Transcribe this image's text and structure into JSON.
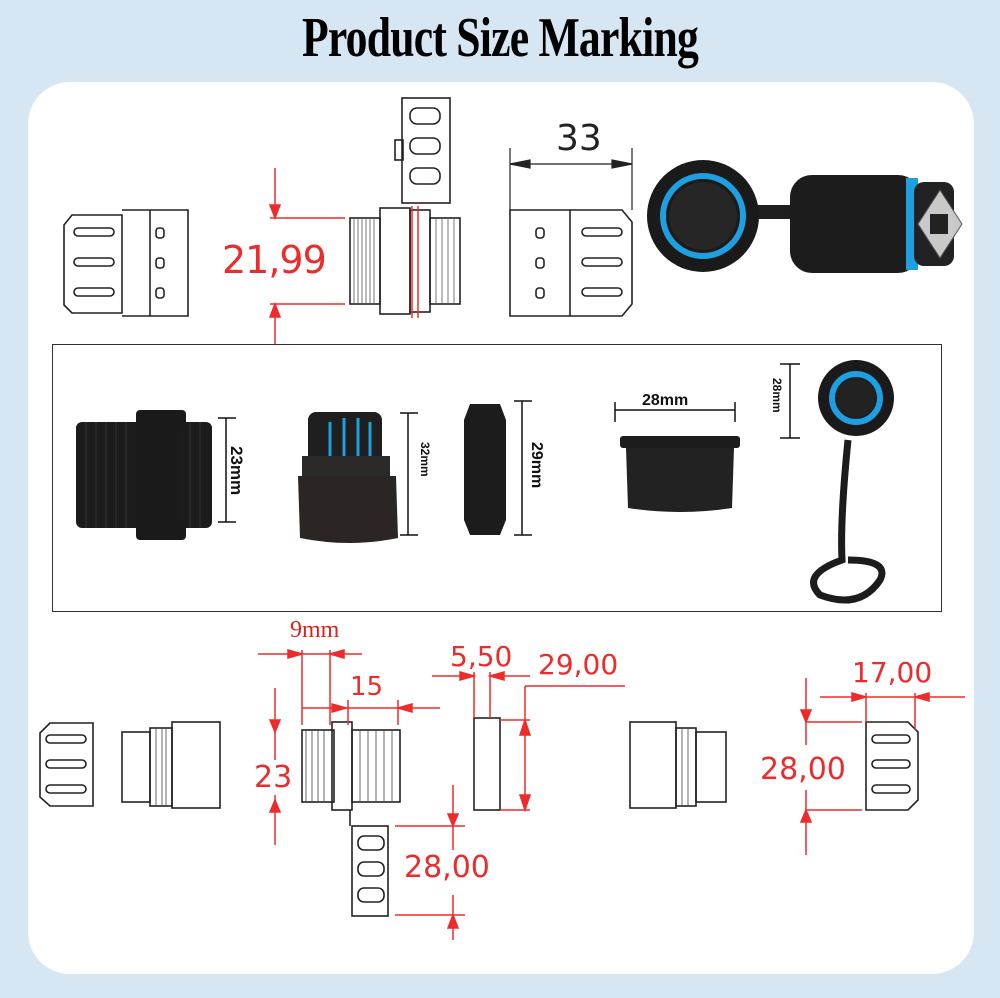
{
  "title": "Product Size Marking",
  "colors": {
    "background": "#d7e6f3",
    "card": "#ffffff",
    "dimension_red": "#ee2b2b",
    "product_black": "#1c1c1c",
    "seal_blue": "#1e9fe0"
  },
  "top_drawing": {
    "height_dimension": "21,99",
    "width_dimension": "33"
  },
  "photo_panel": {
    "items": [
      {
        "name": "threaded-body",
        "dimension": "23mm"
      },
      {
        "name": "gland-nut",
        "dimension": "32mm"
      },
      {
        "name": "lock-nut",
        "dimension": "29mm"
      },
      {
        "name": "dust-cap",
        "dimension": "28mm"
      },
      {
        "name": "tethered-cap",
        "dimension": "28mm"
      }
    ]
  },
  "bottom_drawing": {
    "dim_9mm": "9mm",
    "dim_15": "15",
    "dim_23": "23",
    "dim_cap_28": "28,00",
    "dim_nut_thickness": "5,50",
    "dim_nut_diameter": "29,00",
    "dim_end_width": "17,00",
    "dim_end_height": "28,00"
  }
}
